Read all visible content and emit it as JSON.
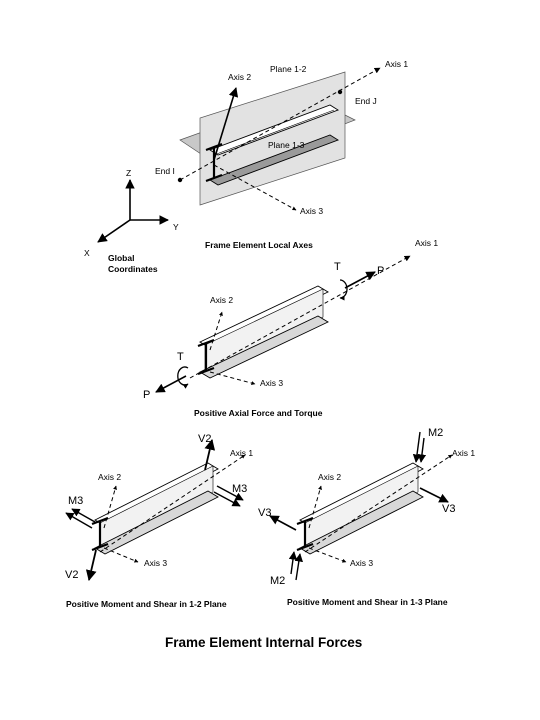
{
  "top": {
    "labels": {
      "axis1": "Axis 1",
      "axis2": "Axis 2",
      "axis3": "Axis 3",
      "plane12": "Plane 1-2",
      "plane13": "Plane 1-3",
      "endI": "End I",
      "endJ": "End J"
    },
    "global": {
      "z": "Z",
      "y": "Y",
      "x": "X",
      "line1": "Global",
      "line2": "Coordinates"
    },
    "caption": "Frame Element Local Axes"
  },
  "middle": {
    "labels": {
      "axis1": "Axis 1",
      "axis2": "Axis 2",
      "axis3": "Axis 3",
      "t_end": "T",
      "p_end": "P",
      "t_start": "T",
      "p_start": "P"
    },
    "caption": "Positive Axial Force and Torque"
  },
  "left": {
    "labels": {
      "axis1": "Axis 1",
      "axis2": "Axis 2",
      "axis3": "Axis 3",
      "v2_top": "V2",
      "v2_bottom": "V2",
      "m3_left": "M3",
      "m3_right": "M3"
    },
    "caption": "Positive Moment and Shear in 1-2 Plane"
  },
  "right": {
    "labels": {
      "axis1": "Axis 1",
      "axis2": "Axis 2",
      "axis3": "Axis 3",
      "m2_top": "M2",
      "m2_bottom": "M2",
      "v3_left": "V3",
      "v3_right": "V3"
    },
    "caption": "Positive Moment and Shear in 1-3 Plane"
  },
  "title": "Frame Element Internal Forces",
  "colors": {
    "ink": "#000000",
    "plane": "#c8c8c8",
    "plane_dark": "#9a9a9a",
    "paper": "#ffffff"
  }
}
